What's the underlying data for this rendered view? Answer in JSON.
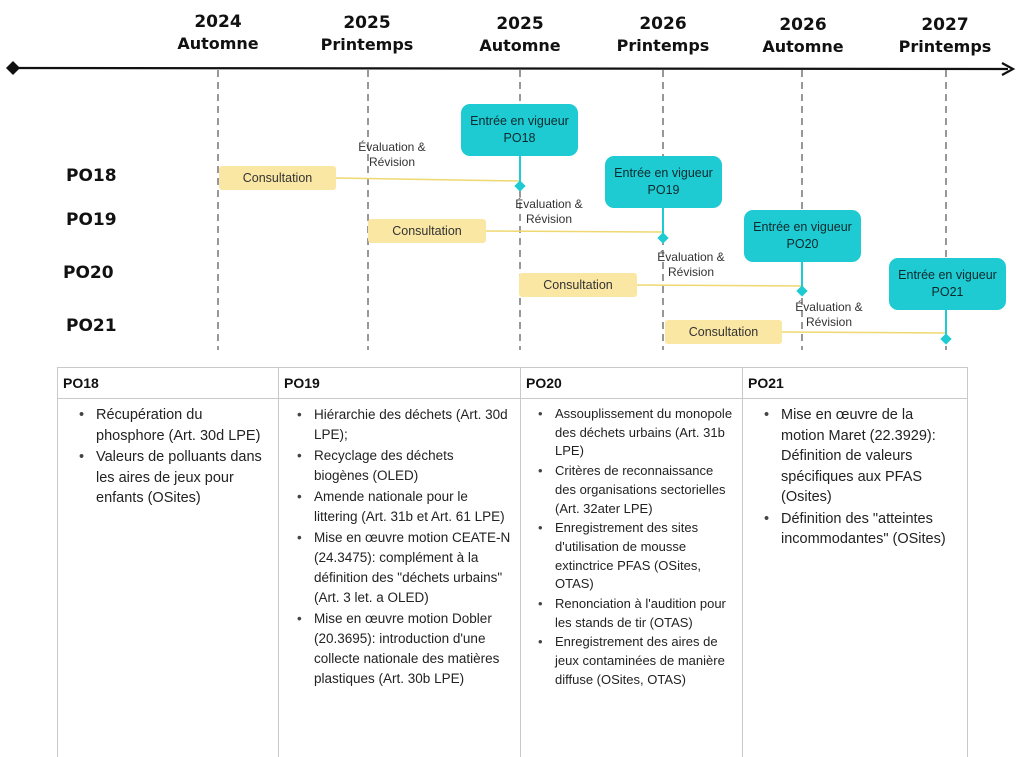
{
  "periods": [
    {
      "year": "2024",
      "season": "Automne"
    },
    {
      "year": "2025",
      "season": "Printemps"
    },
    {
      "year": "2025",
      "season": "Automne"
    },
    {
      "year": "2026",
      "season": "Printemps"
    },
    {
      "year": "2026",
      "season": "Automne"
    },
    {
      "year": "2027",
      "season": "Printemps"
    }
  ],
  "rows": [
    "PO18",
    "PO19",
    "PO20",
    "PO21"
  ],
  "consultation_label": "Consultation",
  "entry_label": {
    "line1": "Entrée en vigueur"
  },
  "evaluation_label": {
    "line1": "Évaluation &",
    "line2": "Révision"
  },
  "colors": {
    "consultation": "#fbe7a4",
    "entry": "#1fcbd3",
    "connector_consultation": "#efd870",
    "connector_entry": "#1fcbd3"
  },
  "table": {
    "headers": [
      "PO18",
      "PO19",
      "PO20",
      "PO21"
    ],
    "po18": [
      "Récupération du phosphore (Art. 30d LPE)",
      "Valeurs de polluants dans les aires de jeux pour enfants (OSites)"
    ],
    "po19": [
      "Hiérarchie des déchets (Art. 30d LPE);",
      "Recyclage des déchets biogènes (OLED)",
      "Amende nationale pour le littering (Art. 31b et Art. 61 LPE)",
      "Mise en œuvre motion CEATE-N (24.3475): complément à la définition des \"déchets urbains\" (Art. 3 let. a OLED)",
      "Mise en œuvre motion Dobler (20.3695): introduction d'une collecte nationale des matières plastiques (Art. 30b LPE)"
    ],
    "po20": [
      "Assouplissement du monopole des déchets urbains (Art. 31b LPE)",
      "Critères de reconnaissance des organisations sectorielles (Art. 32ater LPE)",
      "Enregistrement des sites d'utilisation de mousse extinctrice PFAS (OSites, OTAS)",
      "Renonciation à l'audition pour les stands de tir (OTAS)",
      "Enregistrement des aires de jeux contaminées de manière diffuse (OSites, OTAS)"
    ],
    "po21": [
      "Mise en œuvre de la motion Maret (22.3929): Définition de valeurs spécifiques aux PFAS (Osites)",
      "Définition des \"atteintes incommodantes\" (OSites)"
    ]
  }
}
